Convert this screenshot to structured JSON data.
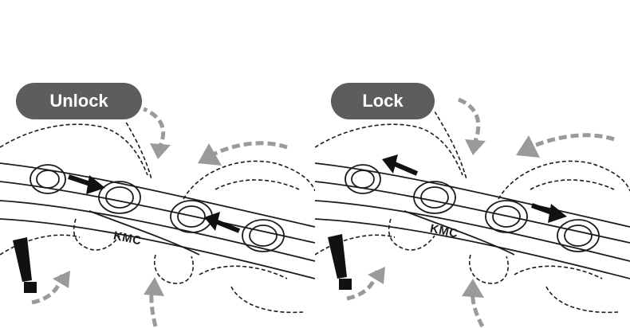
{
  "panels": [
    {
      "pill_label": "Unlock",
      "brand_text": "KMC",
      "warning_icon": "exclamation-icon"
    },
    {
      "pill_label": "Lock",
      "brand_text": "KMC",
      "warning_icon": "exclamation-icon"
    }
  ],
  "colors": {
    "pill_bg": "#5d5d5d",
    "pill_text": "#ffffff",
    "line": "#1c1c1c",
    "curved_arrow": "#9a9a9a",
    "direction_arrow": "#111111"
  }
}
